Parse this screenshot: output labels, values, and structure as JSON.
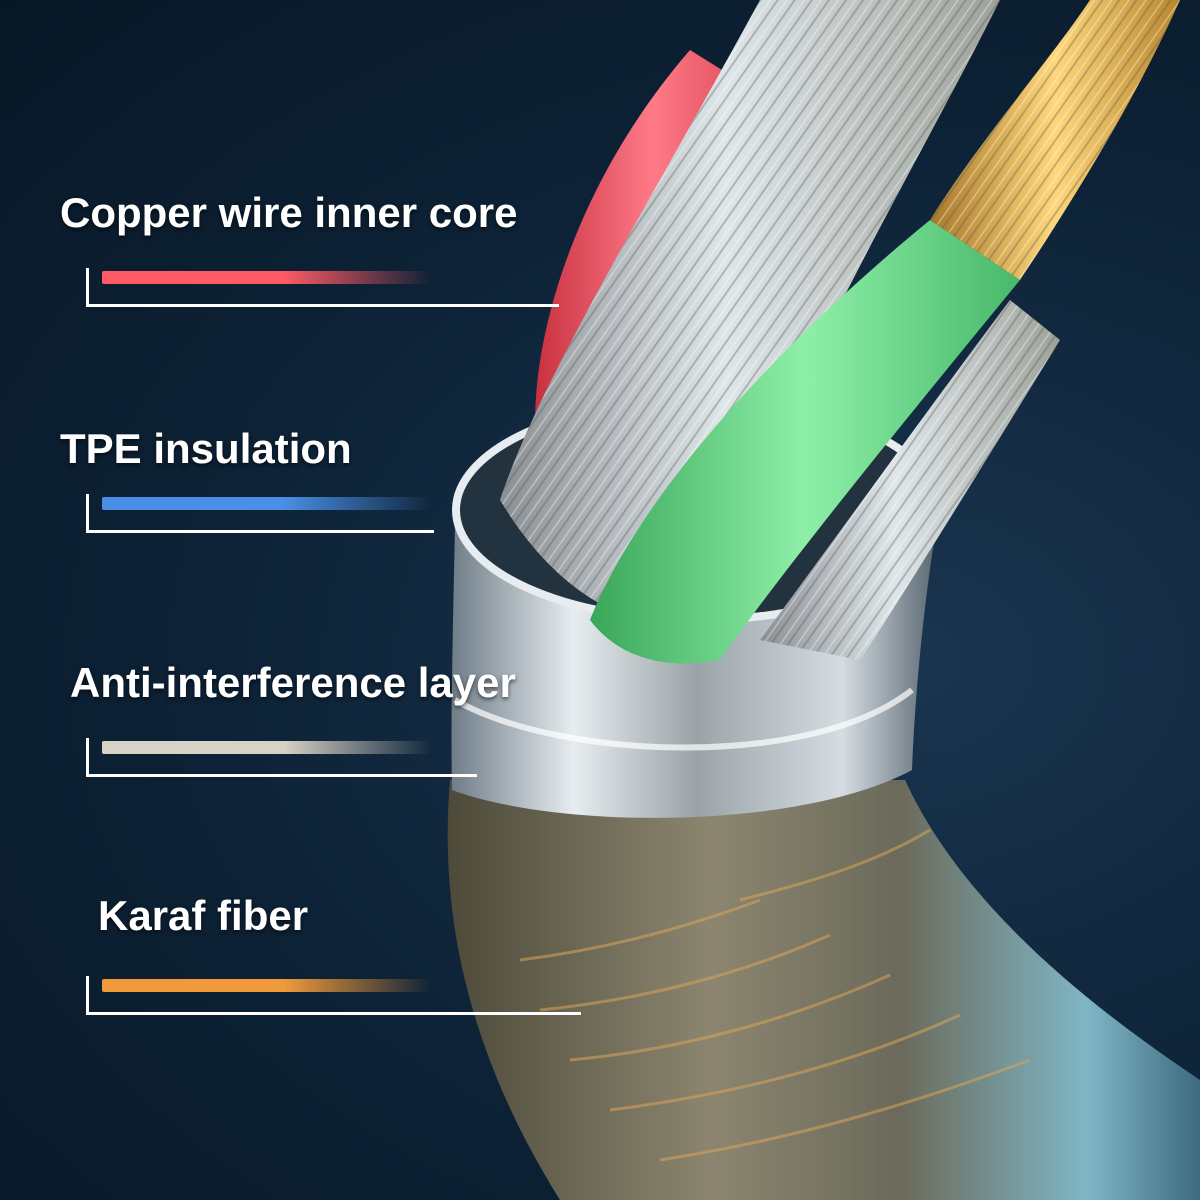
{
  "layers": [
    {
      "label": "Copper wire inner core",
      "color": "#ff5a66"
    },
    {
      "label": "TPE insulation",
      "color": "#4a8fe6"
    },
    {
      "label": "Anti-interference layer",
      "color": "#d8d2c6"
    },
    {
      "label": "Karaf fiber",
      "color": "#f09a3a"
    }
  ]
}
